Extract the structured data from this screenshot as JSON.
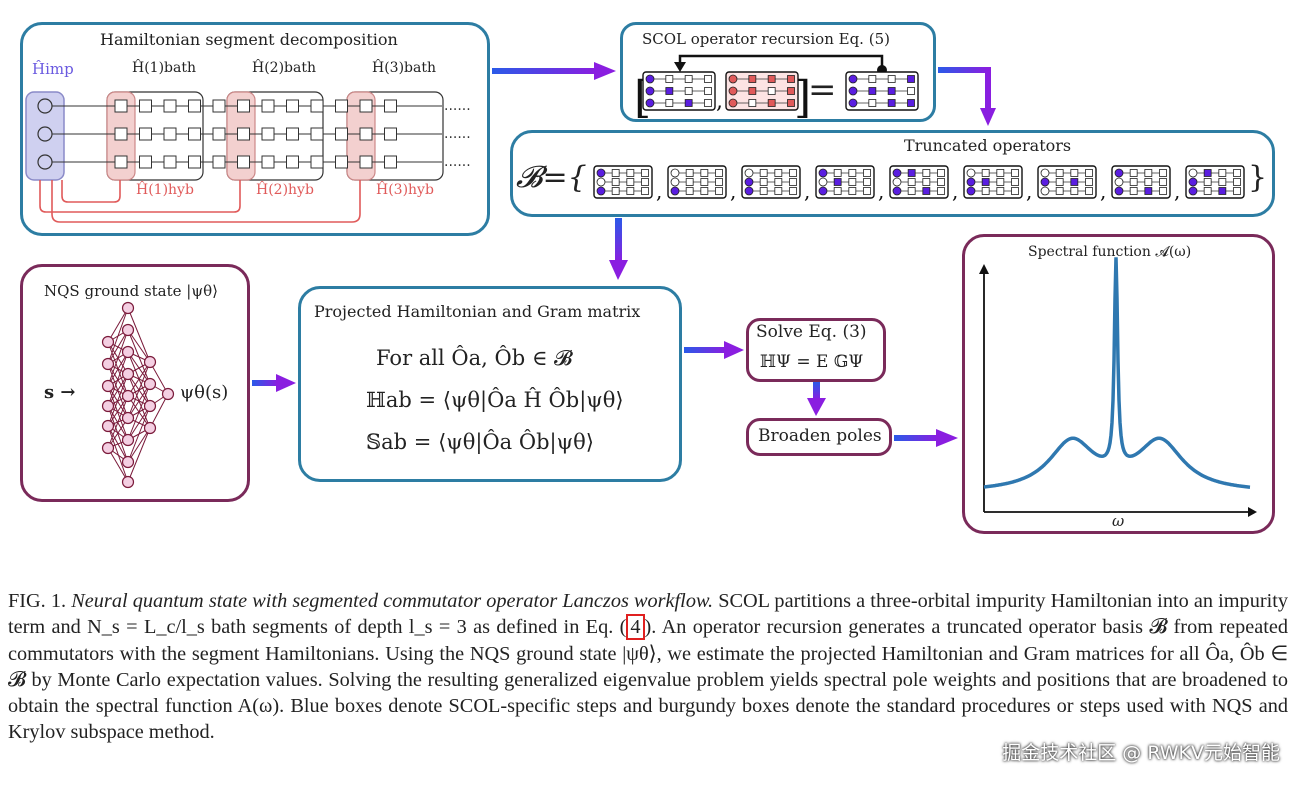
{
  "panel_segment": {
    "title": "Hamiltonian segment decomposition",
    "h_imp": "Ĥimp",
    "bath_labels": [
      "Ĥ(1)bath",
      "Ĥ(2)bath",
      "Ĥ(3)bath"
    ],
    "hyb_labels": [
      "Ĥ(1)hyb",
      "Ĥ(2)hyb",
      "Ĥ(3)hyb"
    ],
    "dots": "......"
  },
  "panel_recursion": {
    "title": "SCOL operator recursion Eq. (5)",
    "equals": "="
  },
  "panel_truncated": {
    "title": "Truncated operators",
    "set_label": "𝓑={",
    "close": "}"
  },
  "panel_nqs": {
    "title": "NQS ground state |ψθ⟩",
    "input": "s →",
    "output": "ψθ(s)"
  },
  "panel_projected": {
    "title": "Projected Hamiltonian and Gram matrix",
    "line1": "For all Ôa, Ôb ∈ 𝓑",
    "line2": "ℍab = ⟨ψθ|Ôa Ĥ Ôb|ψθ⟩",
    "line3": "𝕊ab = ⟨ψθ|Ôa Ôb|ψθ⟩"
  },
  "panel_solve": {
    "title": "Solve Eq. (3)",
    "eq": "ℍΨ = E 𝔾Ψ"
  },
  "panel_broaden": {
    "title": "Broaden poles"
  },
  "panel_spectral": {
    "title": "Spectral function 𝓐(ω)",
    "xlabel": "ω"
  },
  "colors": {
    "blue_border": "#2d7da3",
    "burgundy_border": "#7a2a5a",
    "arrow_start": "#2a5ae8",
    "arrow_end": "#8a1ee0",
    "curve": "#2f78b0",
    "hyb_red": "#e05a5a"
  },
  "caption": {
    "fig_label": "FIG. 1.",
    "title_italic": "Neural quantum state with segmented commutator operator Lanczos workflow.",
    "text1": "SCOL partitions a three-orbital impurity Hamiltonian into an impurity term and N_s = L_c/l_s bath segments of depth l_s = 3 as defined in Eq. (",
    "ref": "4",
    "text2": "). An operator recursion generates a truncated operator basis 𝓑 from repeated commutators with the segment Hamiltonians. Using the NQS ground state |ψθ⟩, we estimate the projected Hamiltonian and Gram matrices for all Ôa, Ôb ∈ 𝓑 by Monte Carlo expectation values. Solving the resulting generalized eigenvalue problem yields spectral pole weights and positions that are broadened to obtain the spectral function A(ω). Blue boxes denote SCOL-specific steps and burgundy boxes denote the standard procedures or steps used with NQS and Krylov subspace method."
  },
  "watermark": "掘金技术社区 @ RWKV元始智能"
}
